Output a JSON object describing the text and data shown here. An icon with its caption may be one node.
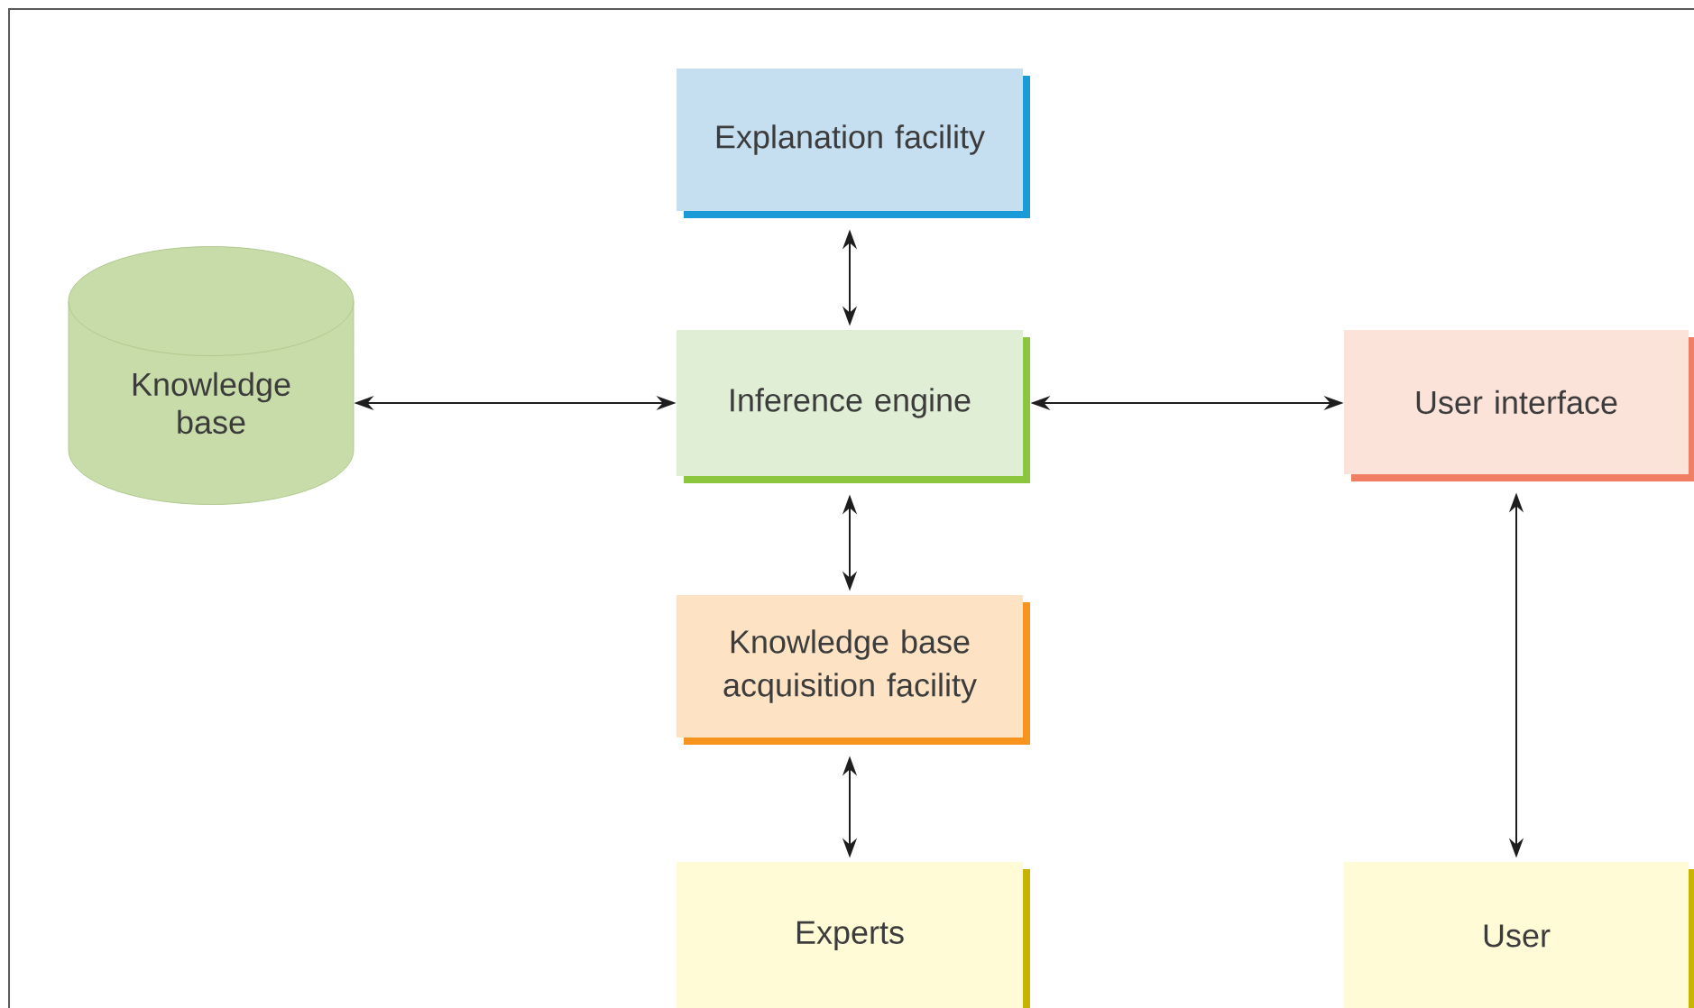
{
  "diagram": {
    "nodes": [
      {
        "text": [
          "Knowledge base"
        ]
      },
      {
        "text": [
          "Explanation facility"
        ]
      },
      {
        "text": [
          "Inference engine"
        ]
      },
      {
        "text": [
          "User interface"
        ]
      },
      {
        "text": [
          "Knowledge base acquisition facility"
        ]
      },
      {
        "text": [
          "Experts"
        ]
      },
      {
        "text": [
          "User"
        ]
      }
    ],
    "edges": [
      {
        "from": 0,
        "to": 2,
        "arrow": "both"
      },
      {
        "from": 1,
        "to": 2,
        "arrow": "both"
      },
      {
        "from": 2,
        "to": 3,
        "arrow": "both"
      },
      {
        "from": 2,
        "to": 4,
        "arrow": "both"
      },
      {
        "from": 4,
        "to": 5,
        "arrow": "both"
      },
      {
        "from": 3,
        "to": 6,
        "arrow": "both"
      }
    ]
  }
}
